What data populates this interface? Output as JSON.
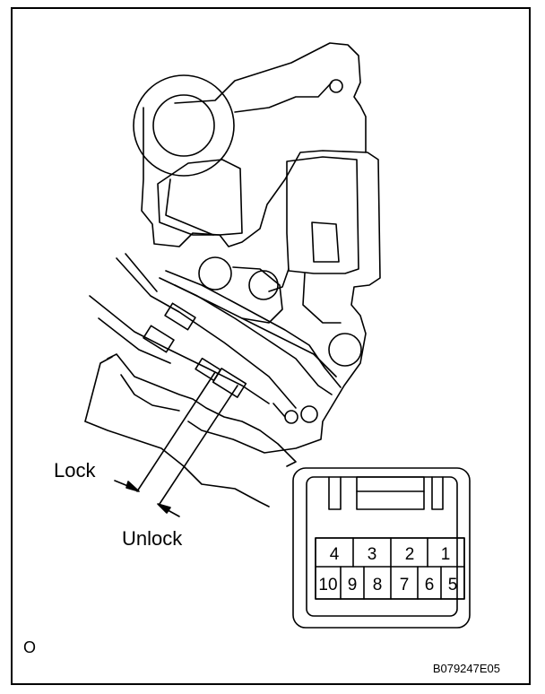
{
  "labels": {
    "lock": "Lock",
    "unlock": "Unlock",
    "corner_mark": "O",
    "figure_code": "B079247E05"
  },
  "connector": {
    "top_row": [
      "4",
      "3",
      "2",
      "1"
    ],
    "bottom_row": [
      "10",
      "9",
      "8",
      "7",
      "6",
      "5"
    ]
  }
}
